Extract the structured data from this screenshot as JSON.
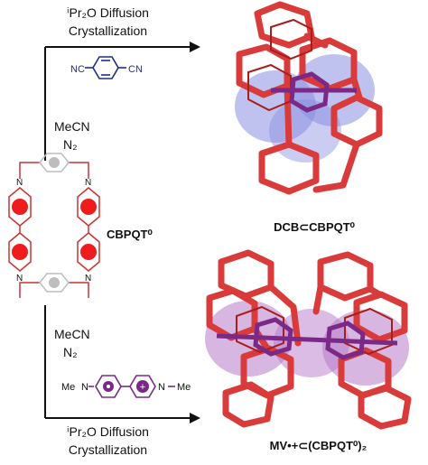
{
  "top_branch": {
    "conditions_line1": "ⁱPr₂O Diffusion",
    "conditions_line2": "Crystallization",
    "solvent": "MeCN",
    "atmosphere": "N₂",
    "reagent_label_left": "NC",
    "reagent_label_right": "CN",
    "product_label": "DCB⊂CBPQT⁰"
  },
  "center": {
    "host_label": "CBPQT⁰",
    "n_label": "N"
  },
  "bottom_branch": {
    "solvent": "MeCN",
    "atmosphere": "N₂",
    "reagent_me_left": "Me",
    "reagent_me_right": "Me",
    "reagent_n_left": "N",
    "reagent_n_right": "N",
    "conditions_line1": "ⁱPr₂O Diffusion",
    "conditions_line2": "Crystallization",
    "product_label": "MV•+⊂(CBPQT⁰)₂"
  },
  "colors": {
    "host_red": "#d93a3a",
    "host_dark": "#a81e1e",
    "guest_blue": "#1f2f8a",
    "guest_purple": "#7a2a86",
    "spacefill_blue": "#8a8ee0",
    "spacefill_purple": "#b77ac9",
    "para_gray": "#bdbdbd"
  }
}
